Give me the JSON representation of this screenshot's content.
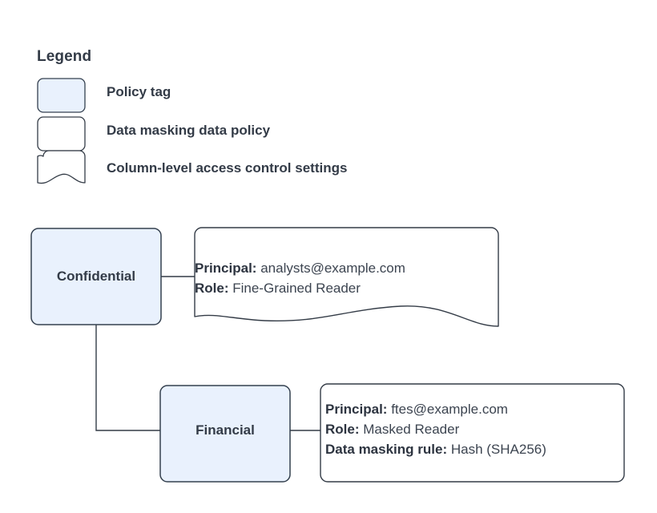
{
  "legend": {
    "title": "Legend",
    "items": [
      {
        "swatch": "policy-tag-swatch",
        "label": "Policy tag",
        "fill": "#e9f1fd"
      },
      {
        "swatch": "data-masking-policy-swatch",
        "label": "Data masking data policy",
        "fill": "#ffffff"
      },
      {
        "swatch": "column-access-settings-swatch",
        "label": "Column-level access control settings",
        "fill": "#ffffff"
      }
    ]
  },
  "nodes": [
    {
      "id": "confidential",
      "label": "Confidential"
    },
    {
      "id": "financial",
      "label": "Financial"
    }
  ],
  "callouts": [
    {
      "id": "confidential-access-settings",
      "shape": "document",
      "rows": [
        {
          "key": "Principal:",
          "value": "analysts@example.com"
        },
        {
          "key": "Role:",
          "value": "Fine-Grained Reader"
        }
      ]
    },
    {
      "id": "financial-masking-policy",
      "shape": "rounded-rect",
      "rows": [
        {
          "key": "Principal:",
          "value": "ftes@example.com"
        },
        {
          "key": "Role:",
          "value": "Masked Reader"
        },
        {
          "key": "Data masking rule:",
          "value": "Hash (SHA256)"
        }
      ]
    }
  ],
  "connectors": [
    {
      "id": "confidential-to-settings",
      "from": "confidential",
      "to": "confidential-access-settings"
    },
    {
      "id": "confidential-to-financial",
      "from": "confidential",
      "to": "financial"
    },
    {
      "id": "financial-to-masking-policy",
      "from": "financial",
      "to": "financial-masking-policy"
    }
  ],
  "colors": {
    "node_fill": "#e9f1fd",
    "node_stroke": "#34404f",
    "box_fill": "#ffffff",
    "box_stroke": "#343c47",
    "connector": "#343c47",
    "text": "#333b47",
    "value_text": "#3c4450",
    "background": "#ffffff"
  }
}
